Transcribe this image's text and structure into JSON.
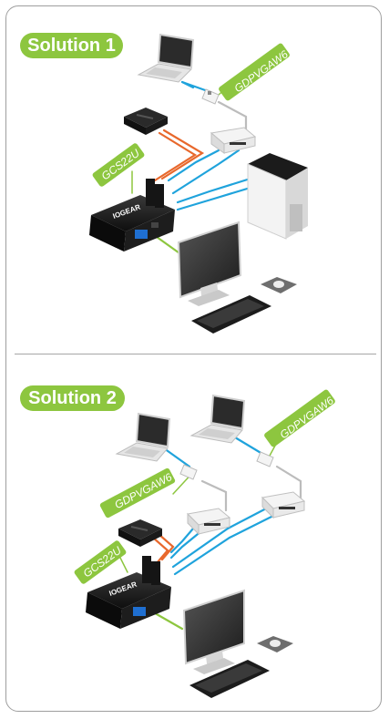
{
  "solution1": {
    "title": "Solution 1",
    "labels": {
      "dongle": "GDPVGAW6",
      "kvm": "GCS22U"
    },
    "brand": "IOGEAR"
  },
  "solution2": {
    "title": "Solution 2",
    "labels": {
      "dongle_right": "GDPVGAW6",
      "dongle_left": "GDPVGAW6",
      "kvm": "GCS22U"
    },
    "brand": "IOGEAR"
  },
  "colors": {
    "accent": "#8dc63f",
    "cable_blue": "#1fa3dc",
    "cable_orange": "#e8682c",
    "cable_green": "#8dc63f",
    "border": "#9e9e9e"
  }
}
